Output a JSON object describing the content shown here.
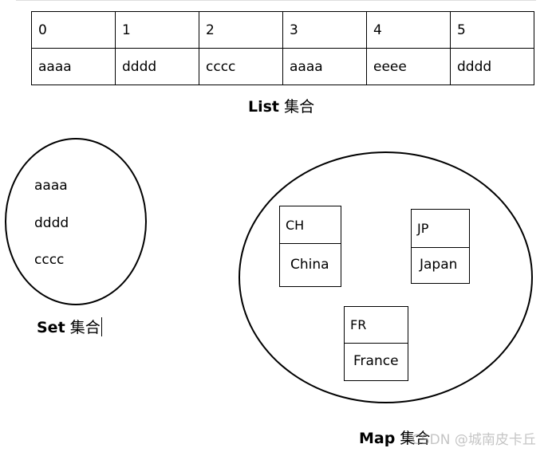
{
  "list": {
    "indexes": [
      "0",
      "1",
      "2",
      "3",
      "4",
      "5"
    ],
    "values": [
      "aaaa",
      "dddd",
      "cccc",
      "aaaa",
      "eeee",
      "dddd"
    ],
    "caption_latin": "List",
    "caption_cjk": "集合"
  },
  "set": {
    "items": [
      "aaaa",
      "dddd",
      "cccc"
    ],
    "caption_latin": "Set",
    "caption_cjk": "集合"
  },
  "map": {
    "entries": [
      {
        "key": "CH",
        "value": "China"
      },
      {
        "key": "JP",
        "value": "Japan"
      },
      {
        "key": "FR",
        "value": "France"
      }
    ],
    "caption_latin": "Map",
    "caption_cjk": "集合"
  },
  "watermark": "CSDN @城南皮卡丘"
}
